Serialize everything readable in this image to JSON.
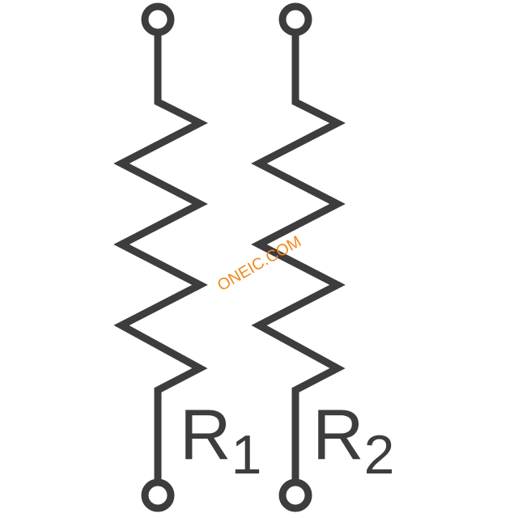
{
  "resistors": [
    {
      "letter": "R",
      "index": "1"
    },
    {
      "letter": "R",
      "index": "2"
    }
  ],
  "watermark": "ONEIC.COM",
  "colors": {
    "stroke": "#3d3d3f",
    "watermark": "#f08a1c"
  }
}
